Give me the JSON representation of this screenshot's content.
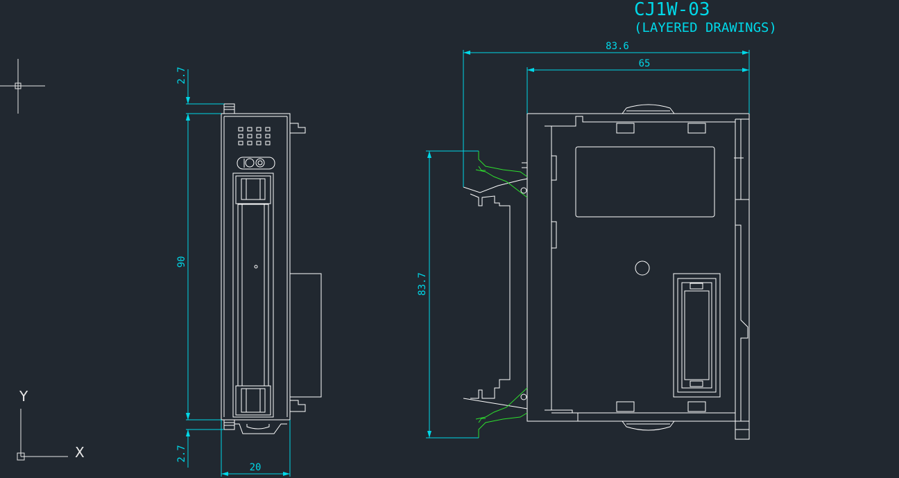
{
  "title": {
    "model": "CJ1W-03",
    "subtitle": "(LAYERED DRAWINGS)"
  },
  "dimensions": {
    "top_gap": "2.7",
    "height": "90",
    "bottom_gap": "2.7",
    "width": "20",
    "total_depth": "83.6",
    "body_depth": "65",
    "rail_height": "83.7"
  },
  "ucs": {
    "x_label": "X",
    "y_label": "Y"
  },
  "colors": {
    "background": "#212830",
    "geometry": "#ffffff",
    "dimension": "#00d8e8",
    "latch": "#2ee02e"
  }
}
